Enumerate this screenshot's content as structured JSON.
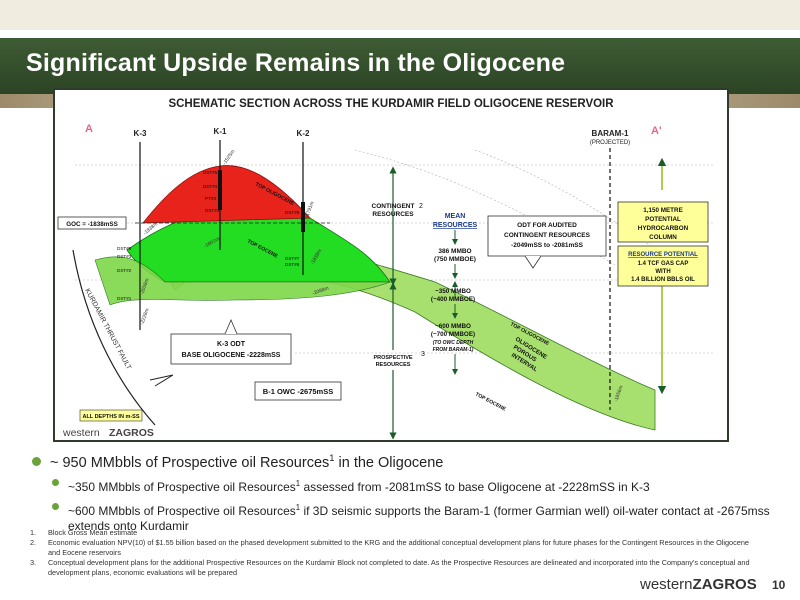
{
  "slide": {
    "title": "Significant Upside Remains in the Oligocene",
    "page_number": "10",
    "footer_logo": {
      "part1": "western",
      "part2": "ZAGROS"
    }
  },
  "diagram": {
    "title": "SCHEMATIC SECTION ACROSS THE KURDAMIR FIELD OLIGOCENE RESERVOIR",
    "section_start": "A",
    "section_end": "A'",
    "wells": {
      "k3": "K-3",
      "k1": "K-1",
      "k2": "K-2",
      "baram": "BARAM-1",
      "baram_sub": "(PROJECTED)"
    },
    "goc_label": "GOC = -1838mSS",
    "fault_label": "KURDAMIR THRUST FAULT",
    "top_oligocene": "TOP OLIGOCENE",
    "top_eocene": "TOP EOCENE",
    "oligocene_interval": [
      "OLIGOCENE",
      "POROUS",
      "INTERVAL"
    ],
    "depths": {
      "d1525": "-1525m",
      "d1791": "-1791m",
      "d1851": "-1851m",
      "d1838a": "-1838m",
      "d1838b": "-1838m",
      "d2058": "-2058m",
      "d2228": "-2228m",
      "d2088": "-2088m",
      "d1856": "-1856m"
    },
    "dst_labels": {
      "k1": [
        "DST#5",
        "DST#4",
        "PT#3",
        "DST#3"
      ],
      "k2": [
        "DST#5",
        "DST#7",
        "DST#8"
      ],
      "k3": [
        "DST#6",
        "DST#3",
        "DST#2",
        "DST#1"
      ]
    },
    "contingent_label": [
      "CONTINGENT",
      "RESOURCES"
    ],
    "contingent_sup": "2",
    "prospective_label": [
      "PROSPECTIVE",
      "RESOURCES"
    ],
    "prospective_sup": "3",
    "mean_label": [
      "MEAN",
      "RESOURCES"
    ],
    "vol_386": [
      "386 MMBO",
      "(750 MMBOE)"
    ],
    "vol_350": [
      "~350 MMBO",
      "(~400 MMBOE)"
    ],
    "vol_600": [
      "~600 MMBO",
      "(~700 MMBOE)"
    ],
    "vol_600_note": [
      "(TO OWC DEPTH",
      "FROM BARAM-1)"
    ],
    "odt_box": [
      "ODT FOR AUDITED",
      "CONTINGENT RESOURCES",
      "-2049mSS to -2081mSS"
    ],
    "k3_odt_box": [
      "K-3 ODT",
      "BASE OLIGOCENE  -2228mSS"
    ],
    "owc_box": "B-1 OWC  -2675mSS",
    "column_box": [
      "1,150 METRE",
      "POTENTIAL",
      "HYDROCARBON",
      "COLUMN"
    ],
    "potential_box": [
      "RESOURCE POTENTIAL",
      "1.4 TCF GAS CAP",
      "WITH",
      "1.4 BILLION BBLS OIL"
    ],
    "depth_note": "ALL DEPTHS IN m-SS",
    "logo": {
      "part1": "western",
      "part2": "ZAGROS"
    }
  },
  "bullets": {
    "main": {
      "text": "~ 950 MMbbls of Prospective oil Resources",
      "sup": "1",
      "tail": " in the Oligocene"
    },
    "sub1": {
      "text": "~350 MMbbls of Prospective oil Resources",
      "sup": "1",
      "tail": " assessed from -2081mSS to base Oligocene at -2228mSS in K-3"
    },
    "sub2": {
      "text": "~600 MMbbls of Prospective oil Resources",
      "sup": "1",
      "tail": " if 3D seismic supports the Baram-1 (former Garmian well) oil-water contact at -2675mss extends onto Kurdamir"
    }
  },
  "footnotes": [
    {
      "num": "1.",
      "text": "Block Gross Mean estimate"
    },
    {
      "num": "2.",
      "text": "Economic evaluation NPV(10) of $1.55 billion based on the phased development submitted to the KRG and the additional conceptual development plans for future phases for the Contingent Resources in the Oligocene and Eocene reservoirs"
    },
    {
      "num": "3.",
      "text": "Conceptual development plans for the additional Prospective Resources on the Kurdamir Block not completed to date. As the Prospective Resources are delineated and incorporated into the Company's conceptual and development plans, economic evaluations will be prepared"
    }
  ],
  "colors": {
    "gas": "#e8231c",
    "oil_bright": "#22dd22",
    "oil_light": "#a8e070",
    "title_bar": "#3e5c34",
    "accent_green": "#6aa33a",
    "box_yellow": "#ffff99"
  }
}
